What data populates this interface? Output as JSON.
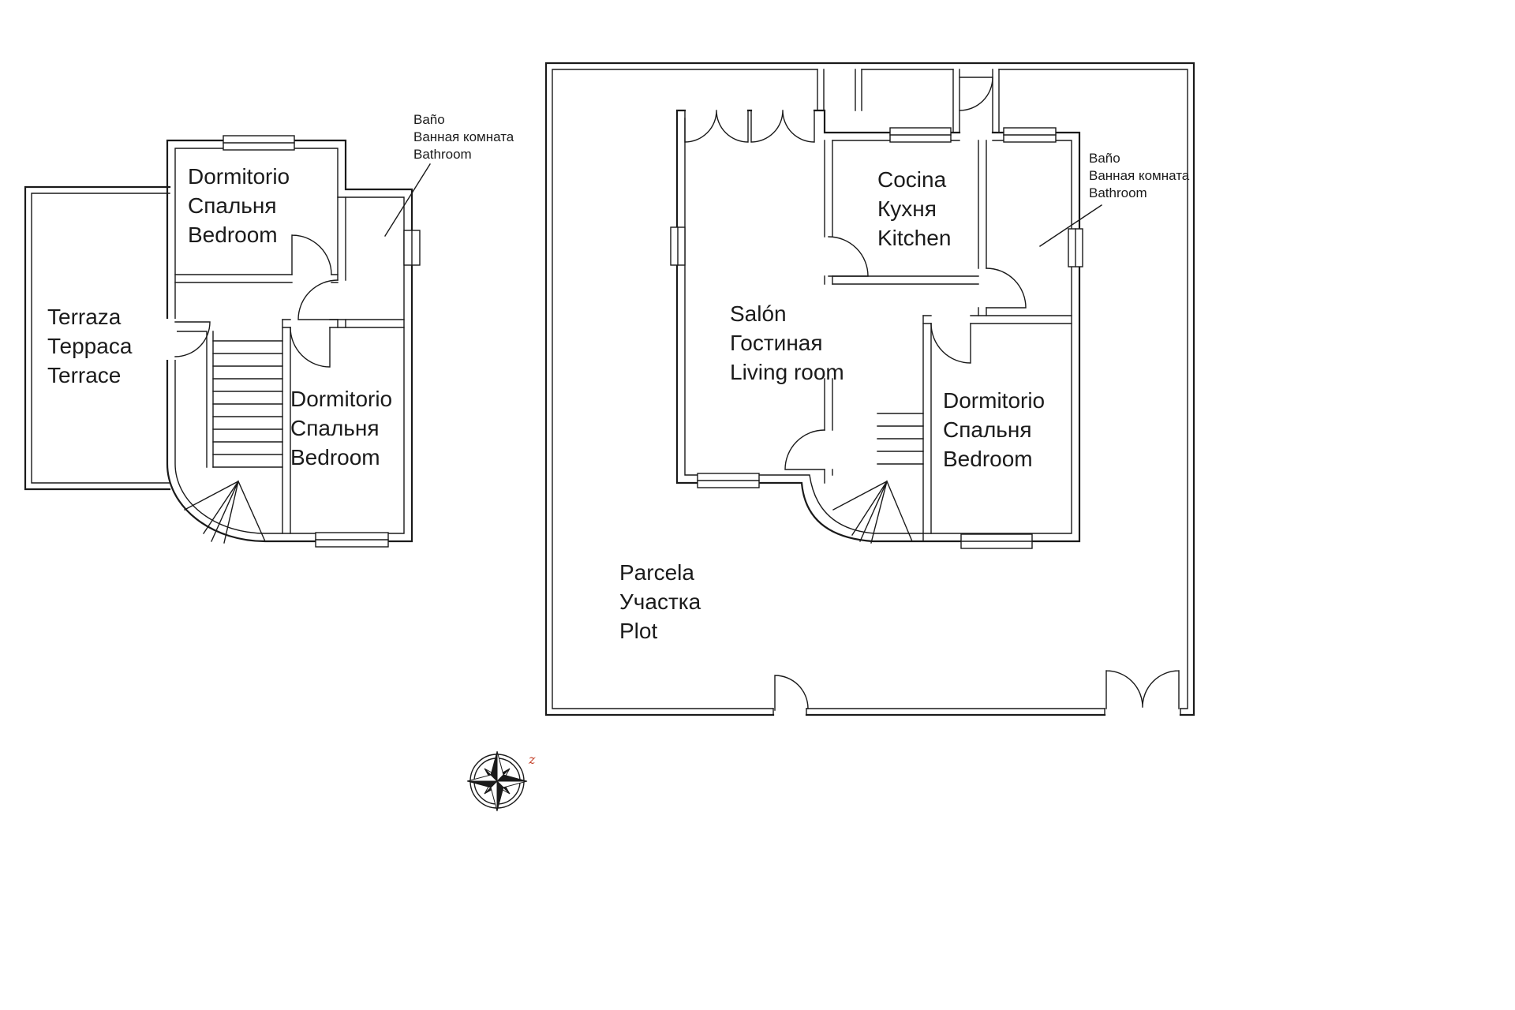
{
  "canvas": {
    "background": "#ffffff",
    "line_color": "#1a1a1a",
    "accent_red": "#c23b22"
  },
  "first_floor_plan": {
    "terrace": {
      "label": "Terraza\nТерраса\nTerrace"
    },
    "bedroom_top": {
      "label": "Dormitorio\nСпальня\nBedroom"
    },
    "bedroom_bottom": {
      "label": "Dormitorio\nСпальня\nBedroom"
    },
    "bathroom_note": {
      "label": "Baño\nВанная комната\nBathroom"
    }
  },
  "ground_floor_plan": {
    "kitchen": {
      "label": "Cocina\nКухня\nKitchen"
    },
    "living_room": {
      "label": "Salón\nГостиная\nLiving room"
    },
    "bedroom": {
      "label": "Dormitorio\nСпальня\nBedroom"
    },
    "bathroom_note": {
      "label": "Baño\nВанная комната\nBathroom"
    },
    "plot": {
      "label": "Parcela\nУчастка\nPlot"
    }
  },
  "compass": {
    "label": "z"
  }
}
